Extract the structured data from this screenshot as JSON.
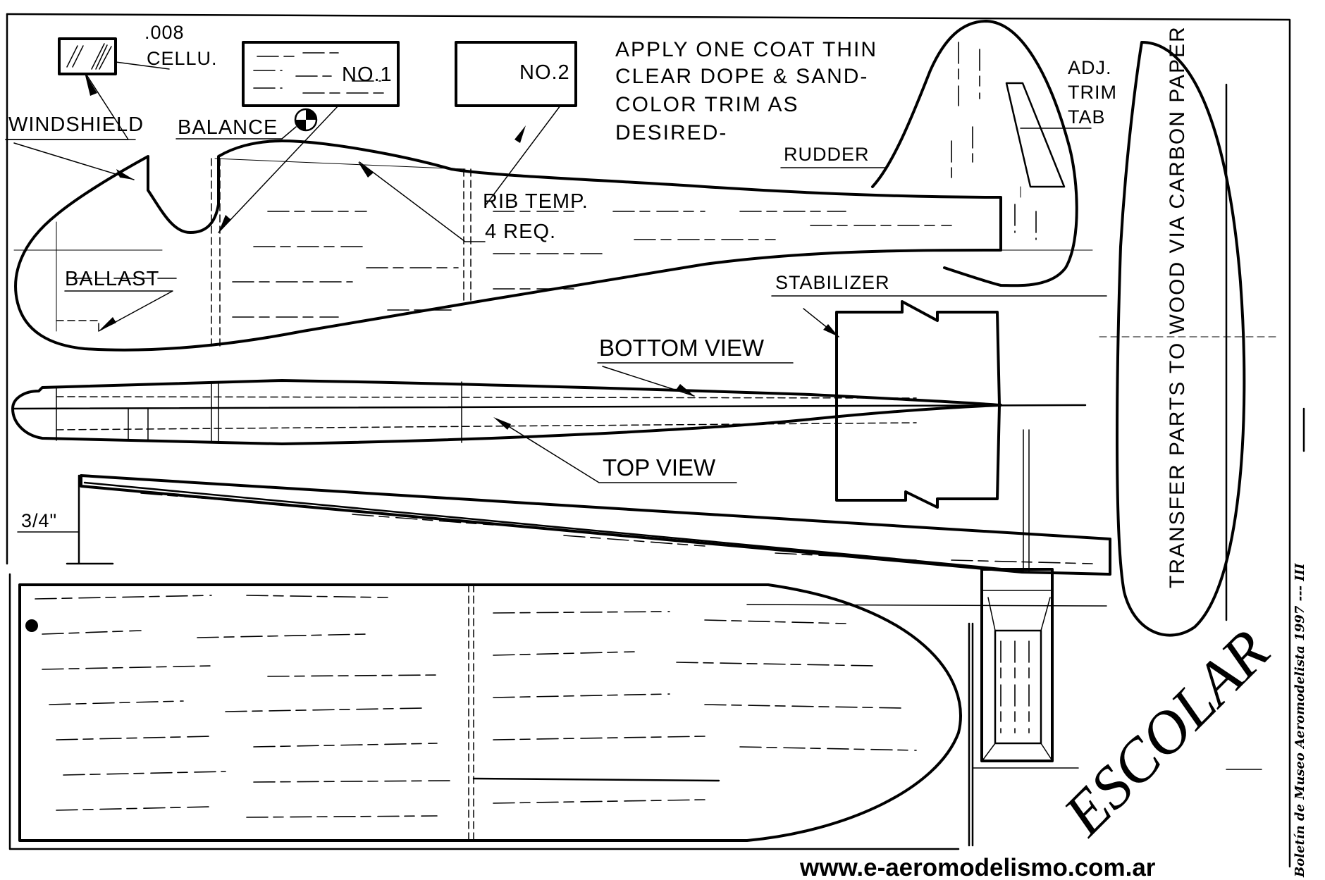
{
  "plan": {
    "title": "ESCOLAR",
    "website": "www.e-aeromodelismo.com.ar",
    "credit": "Boletín de Museo Aeromodelista 1997 --- III"
  },
  "labels": {
    "cellu_thickness": ".008",
    "cellu": "CELLU.",
    "windshield": "WINDSHIELD",
    "balance": "BALANCE",
    "rib_no1": "NO.1",
    "rib_no2": "NO.2",
    "rib_temp": "RIB TEMP.",
    "rib_qty": "4 REQ.",
    "ballast": "BALLAST",
    "rudder": "RUDDER",
    "adj_trim_tab": [
      "ADJ.",
      "TRIM",
      "TAB"
    ],
    "stabilizer": "STABILIZER",
    "bottom_view": "BOTTOM VIEW",
    "top_view": "TOP VIEW",
    "dimension": "3/4\""
  },
  "notes": {
    "finish": [
      "APPLY ONE COAT THIN",
      "CLEAR DOPE & SAND-",
      "COLOR TRIM AS",
      "DESIRED-"
    ],
    "transfer": "TRANSFER PARTS TO WOOD VIA CARBON PAPER"
  }
}
